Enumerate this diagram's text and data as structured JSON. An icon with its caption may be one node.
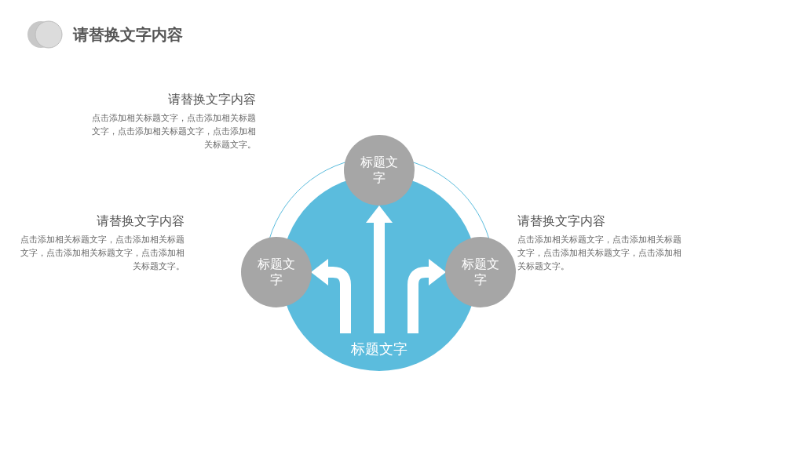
{
  "diagram": {
    "title": "请替换文字内容",
    "nodes": [
      {
        "text": [
          "标题文字"
        ],
        "beside": [
          "请替换文字内容",
          "点击添加相关标题文字，点击添加相关标题文字，点击添加相关标题文字，点击添加相关标题文字。"
        ]
      },
      {
        "text": [
          "标题文字"
        ],
        "beside": [
          "请替换文字内容",
          "点击添加相关标题文字，点击添加相关标题文字，点击添加相关标题文字，点击添加相关标题文字。"
        ]
      },
      {
        "text": [
          "标题文字"
        ],
        "beside": [
          "请替换文字内容",
          "点击添加相关标题文字，点击添加相关标题文字，点击添加相关标题文字，点击添加相关标题文字。"
        ]
      },
      {
        "text": [
          "标题文字"
        ]
      }
    ],
    "edges": [
      {
        "from": 3,
        "to": 0,
        "arrow": "to"
      },
      {
        "from": 3,
        "to": 1,
        "arrow": "to"
      },
      {
        "from": 3,
        "to": 2,
        "arrow": "to"
      }
    ]
  }
}
